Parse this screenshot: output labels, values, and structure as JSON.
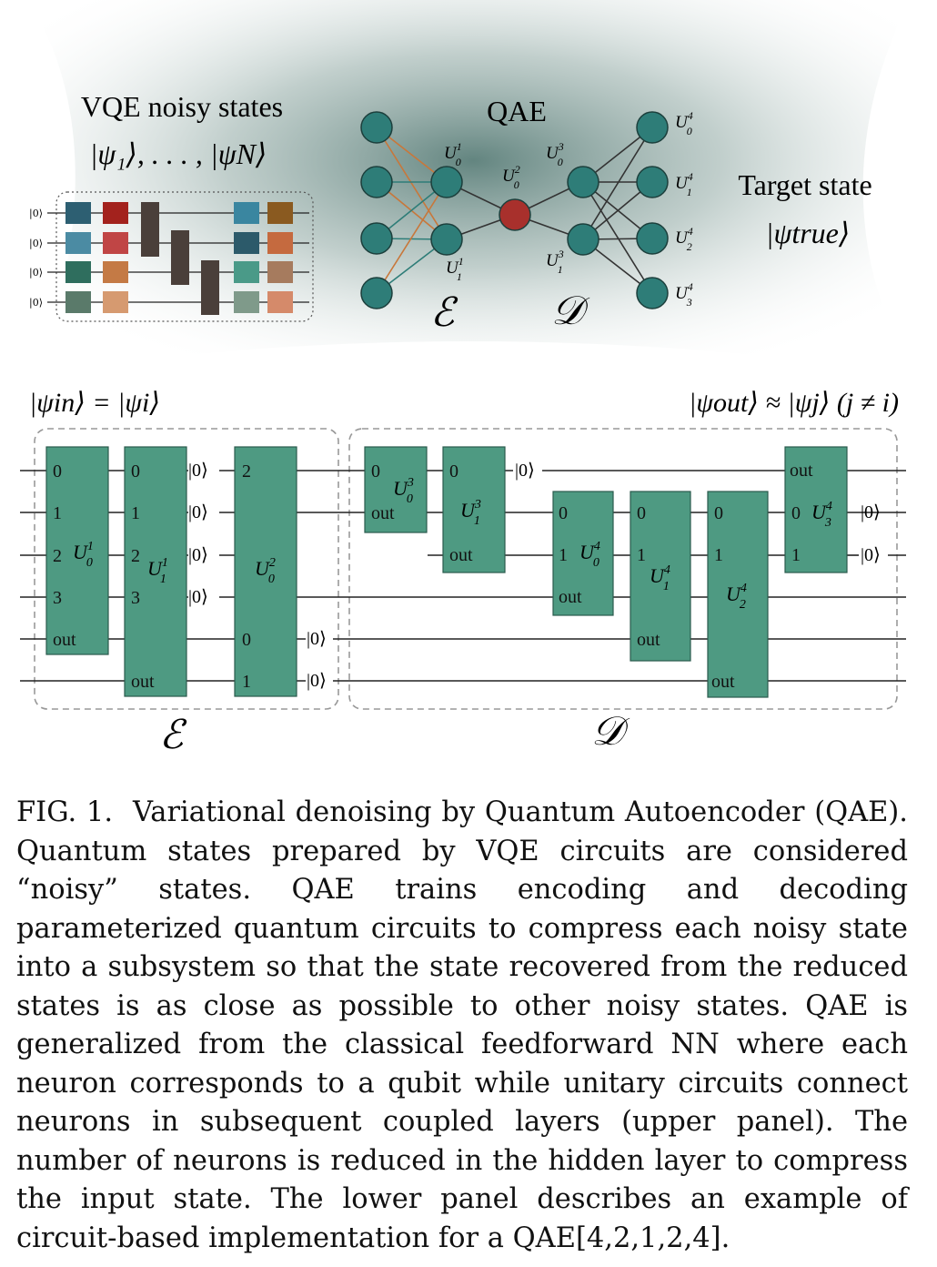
{
  "upper_panel": {
    "vqe_title": "VQE noisy states",
    "vqe_states": "|ψ₁⟩, . . . , |ψN⟩",
    "qae_title": "QAE",
    "target_title": "Target state",
    "target_state": "|ψtrue⟩",
    "encoder_symbol": "ℰ",
    "decoder_symbol": "𝒟",
    "qubit_labels": [
      "|0⟩",
      "|0⟩",
      "|0⟩",
      "|0⟩"
    ],
    "neuron_labels": {
      "u01": "U",
      "u01_sup": "1",
      "u01_sub": "0",
      "u11": "U",
      "u11_sup": "1",
      "u11_sub": "1",
      "u02": "U",
      "u02_sup": "2",
      "u02_sub": "0",
      "u03": "U",
      "u03_sup": "3",
      "u03_sub": "0",
      "u13": "U",
      "u13_sup": "3",
      "u13_sub": "1",
      "u04": "U",
      "u04_sup": "4",
      "u04_sub": "0",
      "u14": "U",
      "u14_sup": "4",
      "u14_sub": "1",
      "u24": "U",
      "u24_sup": "4",
      "u24_sub": "2",
      "u34": "U",
      "u34_sup": "4",
      "u34_sub": "3"
    }
  },
  "lower_panel": {
    "psi_in": "|ψin⟩ = |ψi⟩",
    "psi_out": "|ψout⟩ ≈ |ψj⟩ (j ≠ i)",
    "encoder_symbol": "ℰ",
    "decoder_symbol": "𝒟",
    "ket_zero": "|0⟩",
    "port_labels": {
      "p0": "0",
      "p1": "1",
      "p2": "2",
      "p3": "3",
      "out": "out"
    }
  },
  "caption": {
    "label": "FIG. 1.",
    "text": "Variational denoising by Quantum Autoencoder (QAE). Quantum states prepared by VQE circuits are considered “noisy” states. QAE trains encoding and decoding parameterized quantum circuits to compress each noisy state into a subsystem so that the state recovered from the reduced states is as close as possible to other noisy states. QAE is generalized from the classical feedforward NN where each neuron corresponds to a qubit while unitary circuits connect neurons in subsequent coupled layers (upper panel). The number of neurons is reduced in the hidden layer to compress the input state. The lower panel describes an example of circuit-based implementation for a QAE[4,2,1,2,4]."
  },
  "colors": {
    "neuron": "#2e7d78",
    "neuron_center": "#a8302c",
    "gate": "#4e9a82",
    "background_gradient": "#3f6f68",
    "orange_edge": "#c8773a"
  }
}
